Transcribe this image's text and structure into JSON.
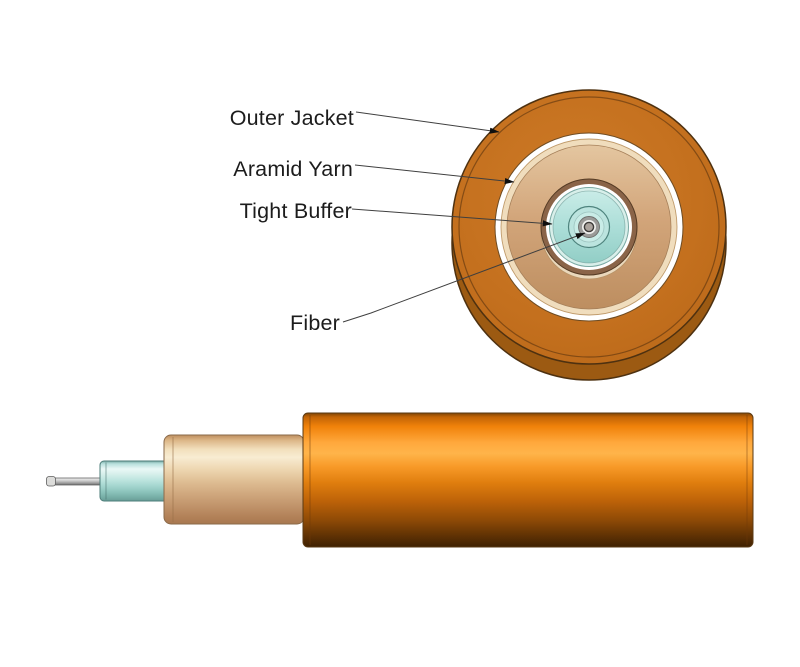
{
  "callouts": [
    {
      "label": "Outer Jacket"
    },
    {
      "label": "Aramid Yarn"
    },
    {
      "label": "Tight Buffer"
    },
    {
      "label": "Fiber"
    }
  ],
  "colors": {
    "background": "#FFFFFF",
    "jacket_orange": "#C4701E",
    "jacket_outline": "#4E3110",
    "jacket_side_wall": "#9C5A12",
    "aramid_cream_ring": "#F0DDBD",
    "aramid_tan": "#D2A478",
    "inner_brown_ring": "#8A6448",
    "cream_crescent": "#EAD8BC",
    "buffer_rim": "#D8EFEA",
    "buffer_cyan": "#ACDED8",
    "buffer_inner_ring": "#BCE4DF",
    "buffer_inner_ring_2": "#C9ECE7",
    "fiber_coating_gray": "#9B9B99",
    "fiber_cladding_white": "#EFEFED",
    "fiber_core_gray": "#ABA39D",
    "leader_line": "#3F3F3F",
    "label_text": "#1C1C1C"
  }
}
